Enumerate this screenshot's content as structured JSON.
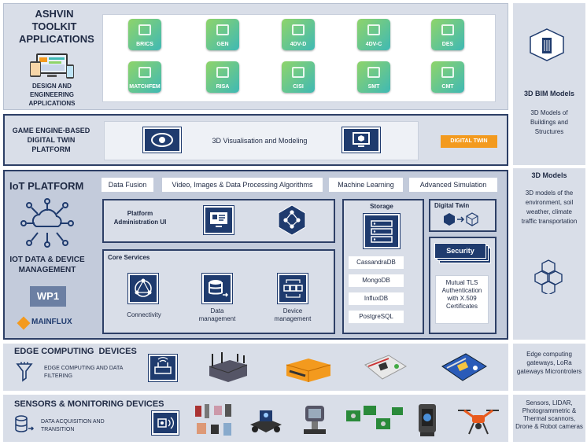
{
  "toolkit": {
    "title": "ASHVIN TOOLKIT APPLICATIONS",
    "subtitle": "DESIGN AND ENGINEERING APPLICATIONS",
    "apps": [
      "BRICS",
      "GEN",
      "4DV-D",
      "4DV-C",
      "DES",
      "MATCHFEM",
      "RISA",
      "CISI",
      "SMT",
      "CMT"
    ]
  },
  "game_engine": {
    "title": "GAME ENGINE-BASED DIGITAL TWIN PLATFORM",
    "center_label": "3D Visualisation and Modeling",
    "logo": "DIGITAL TWIN"
  },
  "iot": {
    "title": "IoT PLATFORM",
    "subtitle": "IOT DATA & DEVICE MANAGEMENT",
    "badge": "WP1",
    "logo": "MAINFLUX",
    "top_pills": [
      "Data Fusion",
      "Video, Images & Data Processing Algorithms",
      "Machine Learning",
      "Advanced Simulation"
    ],
    "admin_label": "Platform Administration UI",
    "core_title": "Core Services",
    "core_items": [
      "Connectivity",
      "Data management",
      "Device management"
    ],
    "storage_title": "Storage",
    "storage_items": [
      "CassandraDB",
      "MongoDB",
      "InfluxDB",
      "PostgreSQL"
    ],
    "digital_twin_title": "Digital Twin",
    "security_title": "Security",
    "security_text": "Mutual TLS Authentication with X.509 Certificates"
  },
  "edge": {
    "title": "EDGE COMPUTING  DEVICES",
    "subtitle": "EDGE COMPUTING AND DATA FILTERING"
  },
  "sensors": {
    "title": "SENSORS & MONITORING DEVICES",
    "subtitle": "DATA ACQUISITION AND TRANSITION"
  },
  "sidebar": {
    "bim_title": "3D BIM Models",
    "bim_text": "3D Models of Buildings and Structures",
    "models_title": "3D Models",
    "models_text": "3D models of the environment, soil weather, climate traffic transportation",
    "edge_text": "Edge computing gateways, LoRa gateways Microntrolers",
    "sensors_text": "Sensors, LIDAR, Photogrammetric & Thermal scannors, Drone & Robot cameras"
  },
  "colors": {
    "navy": "#1f3b6e",
    "panel": "#d9dee8",
    "panel_dark": "#b8c3d6",
    "tile_green": "#8fd46a",
    "tile_teal": "#3fb9b4",
    "orange": "#f39a1e"
  }
}
